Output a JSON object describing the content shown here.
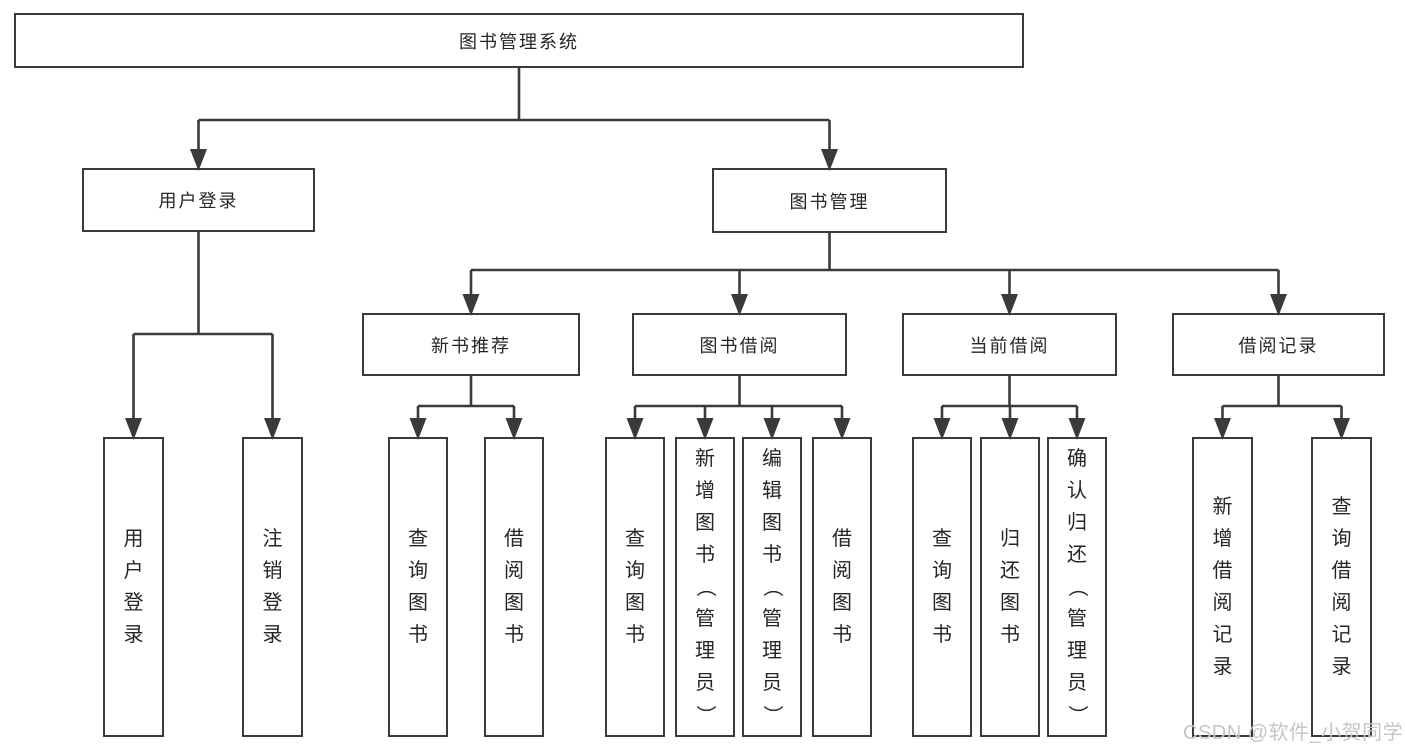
{
  "page": {
    "background": "#ffffff"
  },
  "colors": {
    "line": "#3a3a3a",
    "border": "#3a3a3a",
    "text": "#262626"
  },
  "watermark": {
    "text": "CSDN @软件_小贺同学",
    "color": "#c6c6c6"
  },
  "diagram": {
    "type": "hierarchy-tree",
    "title": "图书管理系统",
    "nodes": [
      {
        "id": "root",
        "label": "图书管理系统",
        "level": 1,
        "parent": null,
        "orientation": "horizontal"
      },
      {
        "id": "user-login",
        "label": "用户登录",
        "level": 2,
        "parent": "root",
        "orientation": "horizontal"
      },
      {
        "id": "book-mgmt",
        "label": "图书管理",
        "level": 2,
        "parent": "root",
        "orientation": "horizontal"
      },
      {
        "id": "new-book-rec",
        "label": "新书推荐",
        "level": 3,
        "parent": "book-mgmt",
        "orientation": "horizontal"
      },
      {
        "id": "book-borrow",
        "label": "图书借阅",
        "level": 3,
        "parent": "book-mgmt",
        "orientation": "horizontal"
      },
      {
        "id": "current-borrow",
        "label": "当前借阅",
        "level": 3,
        "parent": "book-mgmt",
        "orientation": "horizontal"
      },
      {
        "id": "borrow-records",
        "label": "借阅记录",
        "level": 3,
        "parent": "book-mgmt",
        "orientation": "horizontal"
      },
      {
        "id": "leaf-user-login",
        "label": "用户登录",
        "level": 4,
        "parent": "user-login",
        "orientation": "vertical"
      },
      {
        "id": "leaf-logout",
        "label": "注销登录",
        "level": 4,
        "parent": "user-login",
        "orientation": "vertical"
      },
      {
        "id": "leaf-query-book-1",
        "label": "查询图书",
        "level": 4,
        "parent": "new-book-rec",
        "orientation": "vertical"
      },
      {
        "id": "leaf-borrow-book-1",
        "label": "借阅图书",
        "level": 4,
        "parent": "new-book-rec",
        "orientation": "vertical"
      },
      {
        "id": "leaf-query-book-2",
        "label": "查询图书",
        "level": 4,
        "parent": "book-borrow",
        "orientation": "vertical"
      },
      {
        "id": "leaf-add-book",
        "label": "新增图书（管理员）",
        "level": 4,
        "parent": "book-borrow",
        "orientation": "vertical"
      },
      {
        "id": "leaf-edit-book",
        "label": "编辑图书（管理员）",
        "level": 4,
        "parent": "book-borrow",
        "orientation": "vertical"
      },
      {
        "id": "leaf-borrow-book-2",
        "label": "借阅图书",
        "level": 4,
        "parent": "book-borrow",
        "orientation": "vertical"
      },
      {
        "id": "leaf-query-book-3",
        "label": "查询图书",
        "level": 4,
        "parent": "current-borrow",
        "orientation": "vertical"
      },
      {
        "id": "leaf-return-book",
        "label": "归还图书",
        "level": 4,
        "parent": "current-borrow",
        "orientation": "vertical"
      },
      {
        "id": "leaf-confirm-return",
        "label": "确认归还（管理员）",
        "level": 4,
        "parent": "current-borrow",
        "orientation": "vertical"
      },
      {
        "id": "leaf-add-borrow-record",
        "label": "新增借阅记录",
        "level": 4,
        "parent": "borrow-records",
        "orientation": "vertical"
      },
      {
        "id": "leaf-query-borrow-record",
        "label": "查询借阅记录",
        "level": 4,
        "parent": "borrow-records",
        "orientation": "vertical"
      }
    ]
  }
}
